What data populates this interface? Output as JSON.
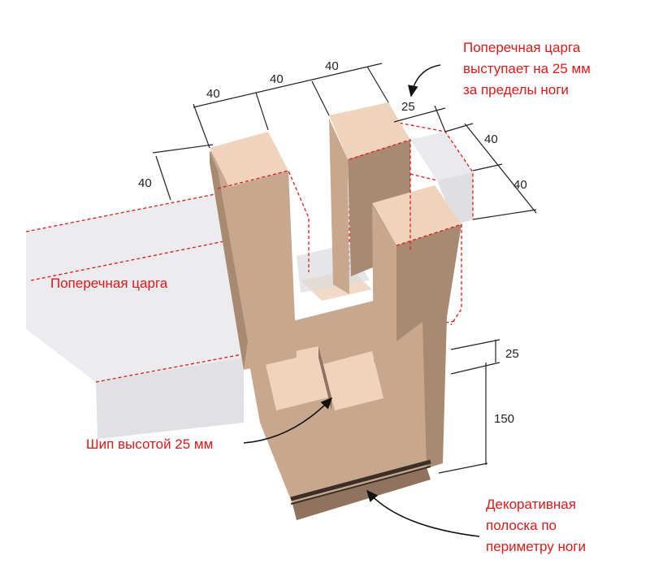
{
  "colors": {
    "wood_top": "#efd3bd",
    "wood_front": "#c7a88f",
    "wood_side": "#a88a72",
    "wood_dark": "#8f735e",
    "rail_ghost": "#dcdce0",
    "rail_edge": "#e01818",
    "callout_text": "#e01818",
    "dim_line": "#222222",
    "stripe": "#3a2e26"
  },
  "annotations": {
    "rail_offset": [
      "Поперечная царга",
      "выступает на 25 мм",
      "за пределы ноги"
    ],
    "rail": "Поперечная царга",
    "tenon": "Шип высотой 25 мм",
    "stripe": [
      "Декоративная",
      "полоска по",
      "периметру ноги"
    ]
  },
  "dimensions": {
    "top_1": "40",
    "top_2": "40",
    "top_3": "40",
    "left_depth": "40",
    "offset": "25",
    "right_upper": "40",
    "right_lower": "40",
    "tenon_height": "25",
    "rail_height": "150"
  }
}
